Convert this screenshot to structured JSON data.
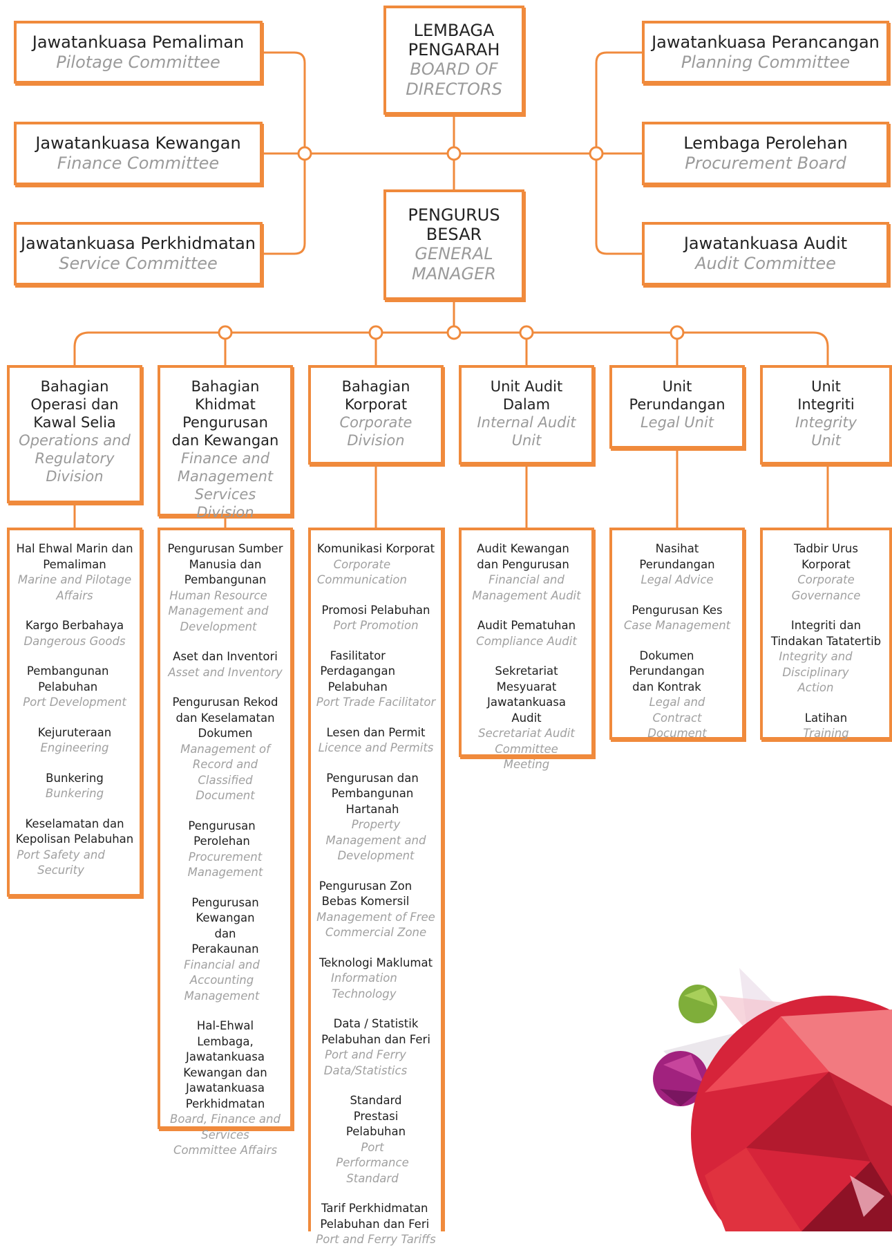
{
  "top": {
    "board": {
      "ms": "LEMBAGA PENGARAH",
      "en": "BOARD OF DIRECTORS"
    },
    "gm": {
      "ms": "PENGURUS BESAR",
      "en": "GENERAL MANAGER"
    },
    "left_committees": [
      {
        "ms": "Jawatankuasa Pemaliman",
        "en": "Pilotage Committee"
      },
      {
        "ms": "Jawatankuasa Kewangan",
        "en": "Finance Committee"
      },
      {
        "ms": "Jawatankuasa Perkhidmatan",
        "en": "Service Committee"
      }
    ],
    "right_committees": [
      {
        "ms": "Jawatankuasa Perancangan",
        "en": "Planning Committee"
      },
      {
        "ms": "Lembaga Perolehan",
        "en": "Procurement Board"
      },
      {
        "ms": "Jawatankuasa Audit",
        "en": "Audit Committee"
      }
    ]
  },
  "divisions": [
    {
      "ms": "Bahagian Operasi dan Kawal Selia",
      "en": "Operations and Regulatory Division",
      "items": [
        {
          "ms": "Hal Ehwal Marin dan Pemaliman",
          "en": "Marine and Pilotage Affairs"
        },
        {
          "ms": "Kargo Berbahaya",
          "en": "Dangerous Goods"
        },
        {
          "ms": "Pembangunan Pelabuhan",
          "en": "Port Development"
        },
        {
          "ms": "Kejuruteraan",
          "en": "Engineering"
        },
        {
          "ms": "Bunkering",
          "en": "Bunkering"
        },
        {
          "ms": "Keselamatan dan Kepolisan Pelabuhan",
          "en": "Port Safety and Security"
        }
      ]
    },
    {
      "ms": "Bahagian Khidmat Pengurusan dan Kewangan",
      "en": "Finance and Management Services Division",
      "items": [
        {
          "ms": "Pengurusan Sumber Manusia dan Pembangunan",
          "en": "Human Resource Management and Development"
        },
        {
          "ms": "Aset dan Inventori",
          "en": "Asset and Inventory"
        },
        {
          "ms": "Pengurusan Rekod dan Keselamatan Dokumen",
          "en": "Management of Record and Classified Document"
        },
        {
          "ms": "Pengurusan Perolehan",
          "en": "Procurement Management"
        },
        {
          "ms": "Pengurusan Kewangan dan Perakaunan",
          "en": "Financial and Accounting Management"
        },
        {
          "ms": "Hal-Ehwal Lembaga, Jawatankuasa Kewangan dan Jawatankuasa Perkhidmatan",
          "en": "Board, Finance and Services Committee Affairs"
        }
      ]
    },
    {
      "ms": "Bahagian Korporat",
      "en": "Corporate Division",
      "items": [
        {
          "ms": "Komunikasi Korporat",
          "en": "Corporate Communication"
        },
        {
          "ms": "Promosi Pelabuhan",
          "en": "Port Promotion"
        },
        {
          "ms": "Fasilitator Perdagangan Pelabuhan",
          "en": "Port Trade Facilitator"
        },
        {
          "ms": "Lesen dan Permit",
          "en": "Licence and Permits"
        },
        {
          "ms": "Pengurusan dan Pembangunan Hartanah",
          "en": "Property Management and Development"
        },
        {
          "ms": "Pengurusan Zon Bebas Komersil",
          "en": "Management of Free Commercial Zone"
        },
        {
          "ms": "Teknologi Maklumat",
          "en": "Information Technology"
        },
        {
          "ms": "Data / Statistik Pelabuhan dan Feri",
          "en": "Port and Ferry Data/Statistics"
        },
        {
          "ms": "Standard Prestasi Pelabuhan",
          "en": "Port Performance Standard"
        },
        {
          "ms": "Tarif Perkhidmatan Pelabuhan dan Feri",
          "en": "Port and Ferry Tariffs"
        }
      ]
    },
    {
      "ms": "Unit Audit Dalam",
      "en": "Internal Audit Unit",
      "items": [
        {
          "ms": "Audit Kewangan dan Pengurusan",
          "en": "Financial and Management Audit"
        },
        {
          "ms": "Audit Pematuhan",
          "en": "Compliance Audit"
        },
        {
          "ms": "Sekretariat Mesyuarat Jawatankuasa Audit",
          "en": "Secretariat Audit Committee Meeting"
        }
      ]
    },
    {
      "ms": "Unit Perundangan",
      "en": "Legal Unit",
      "items": [
        {
          "ms": "Nasihat Perundangan",
          "en": "Legal Advice"
        },
        {
          "ms": "Pengurusan Kes",
          "en": "Case Management"
        },
        {
          "ms": "Dokumen Perundangan dan Kontrak",
          "en": "Legal and Contract Document"
        }
      ]
    },
    {
      "ms": "Unit Integriti",
      "en": "Integrity Unit",
      "items": [
        {
          "ms": "Tadbir Urus Korporat",
          "en": "Corporate Governance"
        },
        {
          "ms": "Integriti dan Tindakan Tatatertib",
          "en": "Integrity and Disciplinary Action"
        },
        {
          "ms": "Latihan",
          "en": "Training"
        }
      ]
    }
  ],
  "colors": {
    "accent": "#f08a3c",
    "muted": "#9a9a9a"
  }
}
